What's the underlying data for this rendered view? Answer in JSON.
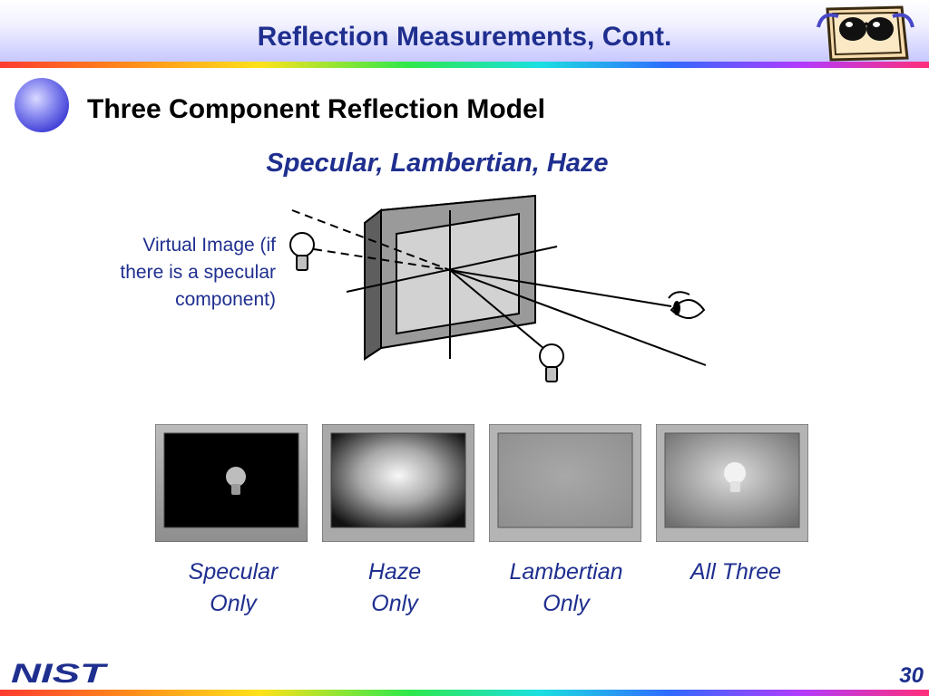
{
  "header": {
    "title": "Reflection Measurements, Cont.",
    "page_number": "30"
  },
  "section": {
    "heading": "Three Component Reflection Model",
    "subtitle": "Specular, Lambertian, Haze"
  },
  "diagram": {
    "virtual_image_label_lines": [
      "Virtual Image (if",
      "there is a specular",
      "component)"
    ]
  },
  "panels": [
    {
      "caption_lines": [
        "Specular",
        "Only"
      ]
    },
    {
      "caption_lines": [
        "Haze",
        "Only"
      ]
    },
    {
      "caption_lines": [
        "Lambertian",
        "Only"
      ]
    },
    {
      "caption_lines": [
        "All Three"
      ]
    }
  ],
  "footer": {
    "logo_text": "NIST"
  },
  "colors": {
    "title_blue": "#1f2f8f",
    "header_gradient_end": "#c8c8ff",
    "bullet_ball": "#4a4ad8"
  },
  "icons": [
    "mascot-sunglasses-icon",
    "bullet-ball-icon",
    "lightbulb-icon",
    "eye-icon",
    "nist-logo"
  ]
}
